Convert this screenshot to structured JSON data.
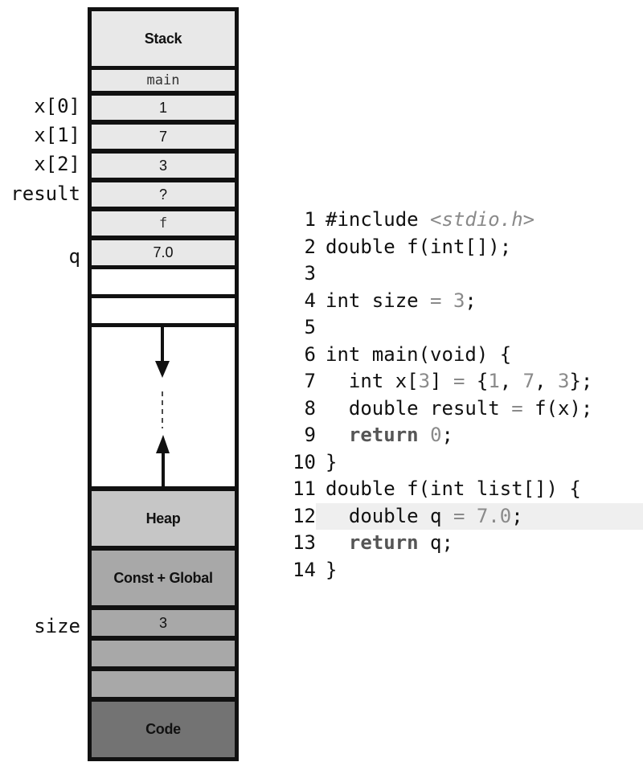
{
  "memory": {
    "stack_label": "Stack",
    "frame_main": "main",
    "x0_value": "1",
    "x1_value": "7",
    "x2_value": "3",
    "result_value": "?",
    "frame_f": "f",
    "q_value": "7.0",
    "heap_label": "Heap",
    "const_global_label": "Const + Global",
    "size_value": "3",
    "code_label": "Code"
  },
  "labels": {
    "x0": "x[0]",
    "x1": "x[1]",
    "x2": "x[2]",
    "result": "result",
    "q": "q",
    "size": "size"
  },
  "code": {
    "lines": [
      {
        "n": "1",
        "parts": [
          {
            "t": "#include "
          },
          {
            "t": "<stdio.h>",
            "c": "inc"
          }
        ]
      },
      {
        "n": "2",
        "parts": [
          {
            "t": "double f(int[]);"
          }
        ]
      },
      {
        "n": "3",
        "parts": [
          {
            "t": ""
          }
        ]
      },
      {
        "n": "4",
        "parts": [
          {
            "t": "int size "
          },
          {
            "t": "=",
            "c": "op"
          },
          {
            "t": " "
          },
          {
            "t": "3",
            "c": "num"
          },
          {
            "t": ";"
          }
        ]
      },
      {
        "n": "5",
        "parts": [
          {
            "t": ""
          }
        ]
      },
      {
        "n": "6",
        "parts": [
          {
            "t": "int main(void) {"
          }
        ]
      },
      {
        "n": "7",
        "parts": [
          {
            "t": "  int x["
          },
          {
            "t": "3",
            "c": "num"
          },
          {
            "t": "] "
          },
          {
            "t": "=",
            "c": "op"
          },
          {
            "t": " {"
          },
          {
            "t": "1",
            "c": "num"
          },
          {
            "t": ", "
          },
          {
            "t": "7",
            "c": "num"
          },
          {
            "t": ", "
          },
          {
            "t": "3",
            "c": "num"
          },
          {
            "t": "};"
          }
        ]
      },
      {
        "n": "8",
        "parts": [
          {
            "t": "  double result "
          },
          {
            "t": "=",
            "c": "op"
          },
          {
            "t": " f(x);"
          }
        ]
      },
      {
        "n": "9",
        "parts": [
          {
            "t": "  "
          },
          {
            "t": "return",
            "c": "kw"
          },
          {
            "t": " "
          },
          {
            "t": "0",
            "c": "num"
          },
          {
            "t": ";"
          }
        ]
      },
      {
        "n": "10",
        "parts": [
          {
            "t": "}"
          }
        ]
      },
      {
        "n": "11",
        "parts": [
          {
            "t": "double f(int list[]) {"
          }
        ]
      },
      {
        "n": "12",
        "highlight": true,
        "parts": [
          {
            "t": "  double q "
          },
          {
            "t": "=",
            "c": "op"
          },
          {
            "t": " "
          },
          {
            "t": "7.0",
            "c": "num"
          },
          {
            "t": ";"
          }
        ]
      },
      {
        "n": "13",
        "parts": [
          {
            "t": "  "
          },
          {
            "t": "return",
            "c": "kw"
          },
          {
            "t": " q;"
          }
        ]
      },
      {
        "n": "14",
        "parts": [
          {
            "t": "}"
          }
        ]
      }
    ]
  }
}
